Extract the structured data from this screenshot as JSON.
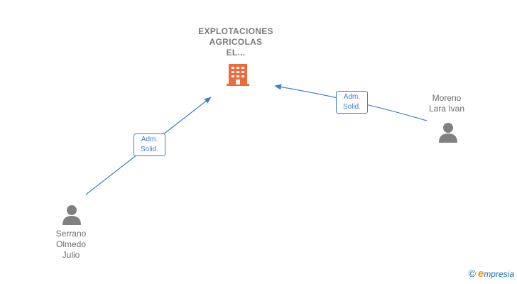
{
  "company": {
    "lines": [
      "EXPLOTACIONES",
      "AGRICOLAS",
      "EL..."
    ],
    "icon": "building-icon",
    "color": "#ef6a3b"
  },
  "people": [
    {
      "lines": [
        "Serrano",
        "Olmedo",
        "Julio"
      ],
      "icon": "person-icon"
    },
    {
      "lines": [
        "Moreno",
        "Lara Ivan"
      ],
      "icon": "person-icon"
    }
  ],
  "edges": [
    {
      "lines": [
        "Adm.",
        "Solid."
      ]
    },
    {
      "lines": [
        "Adm.",
        "Solid."
      ]
    }
  ],
  "colors": {
    "edge": "#3d7fd0",
    "person": "#808080"
  },
  "watermark": {
    "copyright": "©",
    "brand_initial": "e",
    "brand_rest": "mpresia"
  }
}
